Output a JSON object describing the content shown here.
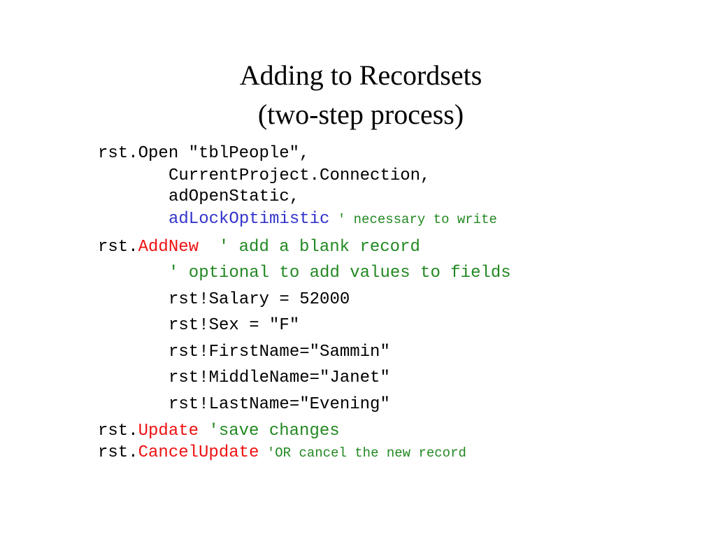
{
  "title": {
    "line1": "Adding to Recordsets",
    "line2": "(two-step process)"
  },
  "code": {
    "open": {
      "line1": "rst.Open \"tblPeople\",",
      "line2": "CurrentProject.Connection,",
      "line3": "adOpenStatic,",
      "line4_keyword": "adLockOptimistic",
      "line4_comment": " ' necessary to write"
    },
    "addnew": {
      "prefix": "rst.",
      "method": "AddNew",
      "comment": "  ' add a blank record"
    },
    "optional_comment": "' optional to add values to fields",
    "assignments": [
      "rst!Salary = 52000",
      "rst!Sex = \"F\"",
      "rst!FirstName=\"Sammin\"",
      "rst!MiddleName=\"Janet\"",
      "rst!LastName=\"Evening\""
    ],
    "update": {
      "prefix": "rst.",
      "method": "Update",
      "comment": " 'save changes"
    },
    "cancel": {
      "prefix": "rst.",
      "method": "CancelUpdate",
      "comment": " 'OR cancel the new record"
    }
  },
  "colors": {
    "keyword_blue": "#3333cc",
    "method_red": "#ee1111",
    "comment_green": "#228822"
  }
}
